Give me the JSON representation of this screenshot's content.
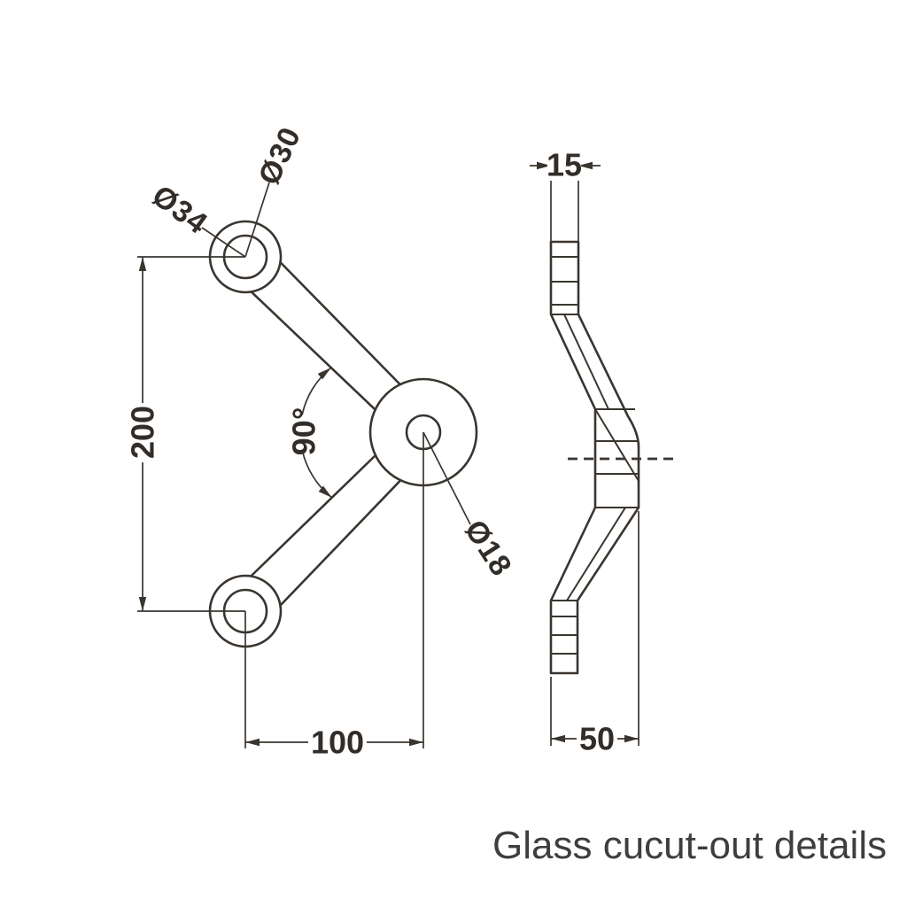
{
  "title": "Glass cucut-out details",
  "colors": {
    "line": "#3a352f",
    "dim_text": "#322d28",
    "hatch_fill": "#eae5db",
    "hatch_stroke": "#4a443c",
    "title_color": "#403e3c",
    "background": "#ffffff"
  },
  "front_view": {
    "dim_top_hole_outer": "Ø34",
    "dim_top_hole_inner": "Ø30",
    "dim_center_hole": "Ø18",
    "dim_arm_angle": "90°",
    "dim_hole_spacing_vertical": "200",
    "dim_hole_spacing_horizontal": "100"
  },
  "side_view": {
    "dim_plate_thickness": "15",
    "dim_overall_depth": "50"
  }
}
